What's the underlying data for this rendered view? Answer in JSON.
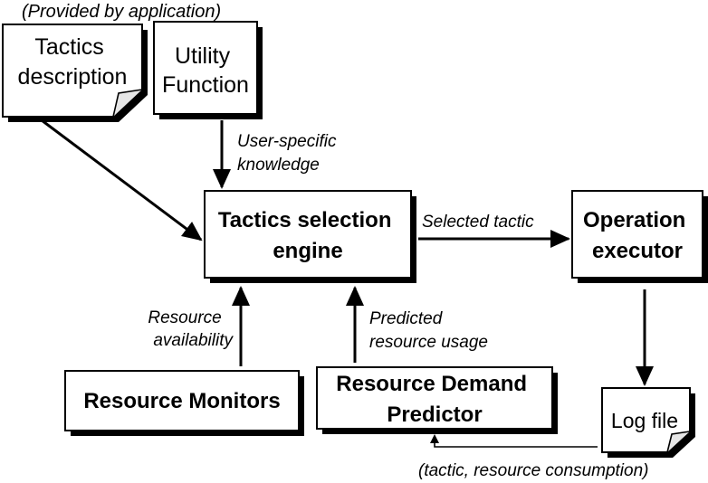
{
  "header_note": "(Provided by application)",
  "nodes": {
    "tactics_description": [
      "Tactics",
      "description"
    ],
    "utility_function": [
      "Utility",
      "Function"
    ],
    "tactics_engine": [
      "Tactics selection",
      "engine"
    ],
    "operation_executor": [
      "Operation",
      "executor"
    ],
    "resource_monitors": [
      "Resource Monitors"
    ],
    "resource_demand_predictor": [
      "Resource Demand",
      "Predictor"
    ],
    "log_file": [
      "Log file"
    ]
  },
  "edge_labels": {
    "user_specific": [
      "User-specific",
      "knowledge"
    ],
    "selected_tactic": [
      "Selected tactic"
    ],
    "resource_availability": [
      "Resource",
      "availability"
    ],
    "predicted_usage": [
      "Predicted",
      "resource usage"
    ],
    "log_feedback": [
      "(tactic, resource consumption)"
    ]
  }
}
